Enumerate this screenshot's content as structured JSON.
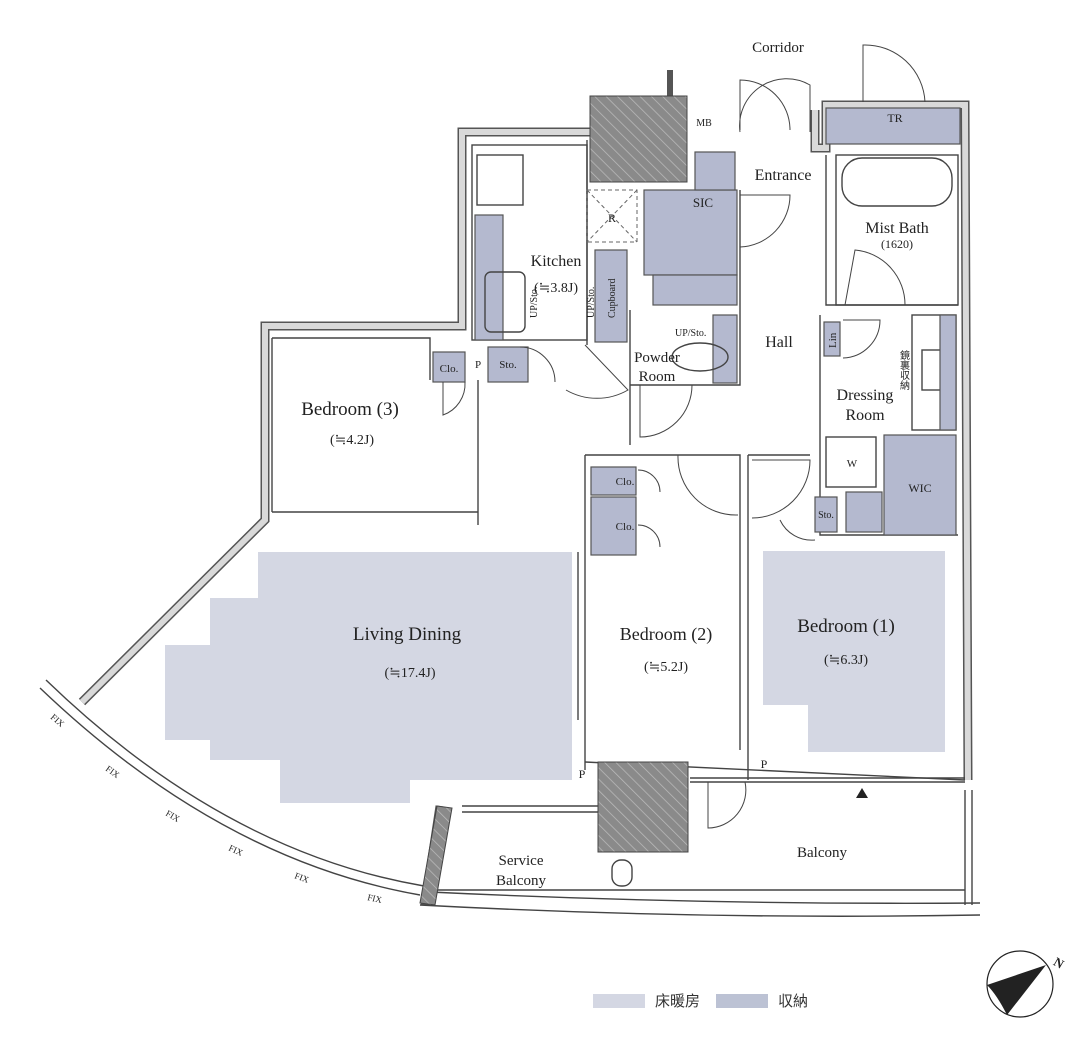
{
  "colors": {
    "floor_heating": "#d4d7e3",
    "storage": "#b4b9cf",
    "wall": "#555555",
    "pillar": "#7a7a7a"
  },
  "rooms": {
    "corridor": "Corridor",
    "entrance": "Entrance",
    "hall": "Hall",
    "kitchen": {
      "name": "Kitchen",
      "size": "(≒3.8J)"
    },
    "mist_bath": {
      "name": "Mist Bath",
      "size": "(1620)"
    },
    "powder_room": {
      "line1": "Powder",
      "line2": "Room"
    },
    "dressing_room": {
      "line1": "Dressing",
      "line2": "Room"
    },
    "bedroom3": {
      "name": "Bedroom (3)",
      "size": "(≒4.2J)"
    },
    "bedroom2": {
      "name": "Bedroom (2)",
      "size": "(≒5.2J)"
    },
    "bedroom1": {
      "name": "Bedroom (1)",
      "size": "(≒6.3J)"
    },
    "living_dining": {
      "name": "Living Dining",
      "size": "(≒17.4J)"
    },
    "service_balcony": {
      "line1": "Service",
      "line2": "Balcony"
    },
    "balcony": "Balcony"
  },
  "fixtures": {
    "mb": "MB",
    "tr": "TR",
    "sic": "SIC",
    "r": "R",
    "cupboard": "Cupboard",
    "up_sto": "UP/Sto.",
    "clo": "Clo.",
    "sto": "Sto.",
    "p": "P",
    "lin": "Lin",
    "w": "W",
    "wic": "WIC",
    "mirror_storage": "鏡裏収納",
    "fix": "FIX"
  },
  "legend": {
    "floor_heating": "床暖房",
    "storage": "収納"
  },
  "compass": {
    "label": "N"
  }
}
